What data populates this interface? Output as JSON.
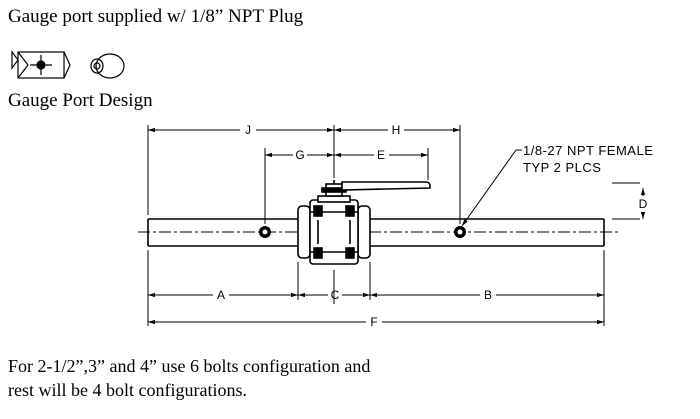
{
  "header": {
    "title": "Gauge port supplied w/ 1/8” NPT Plug"
  },
  "subheader": {
    "title": "Gauge Port Design"
  },
  "callout": {
    "line1": "1/8-27 NPT FEMALE",
    "line2": "TYP 2 PLCS"
  },
  "dimensions": {
    "A": "A",
    "B": "B",
    "C": "C",
    "D": "D",
    "E": "E",
    "F": "F",
    "G": "G",
    "H": "H",
    "J": "J"
  },
  "footer": {
    "line1": "For 2-1/2”,3” and 4” use 6 bolts configuration and",
    "line2": "rest will be 4 bolt configurations."
  },
  "icons": [
    "gauge-plug-side-icon",
    "gauge-plug-ring-icon"
  ]
}
